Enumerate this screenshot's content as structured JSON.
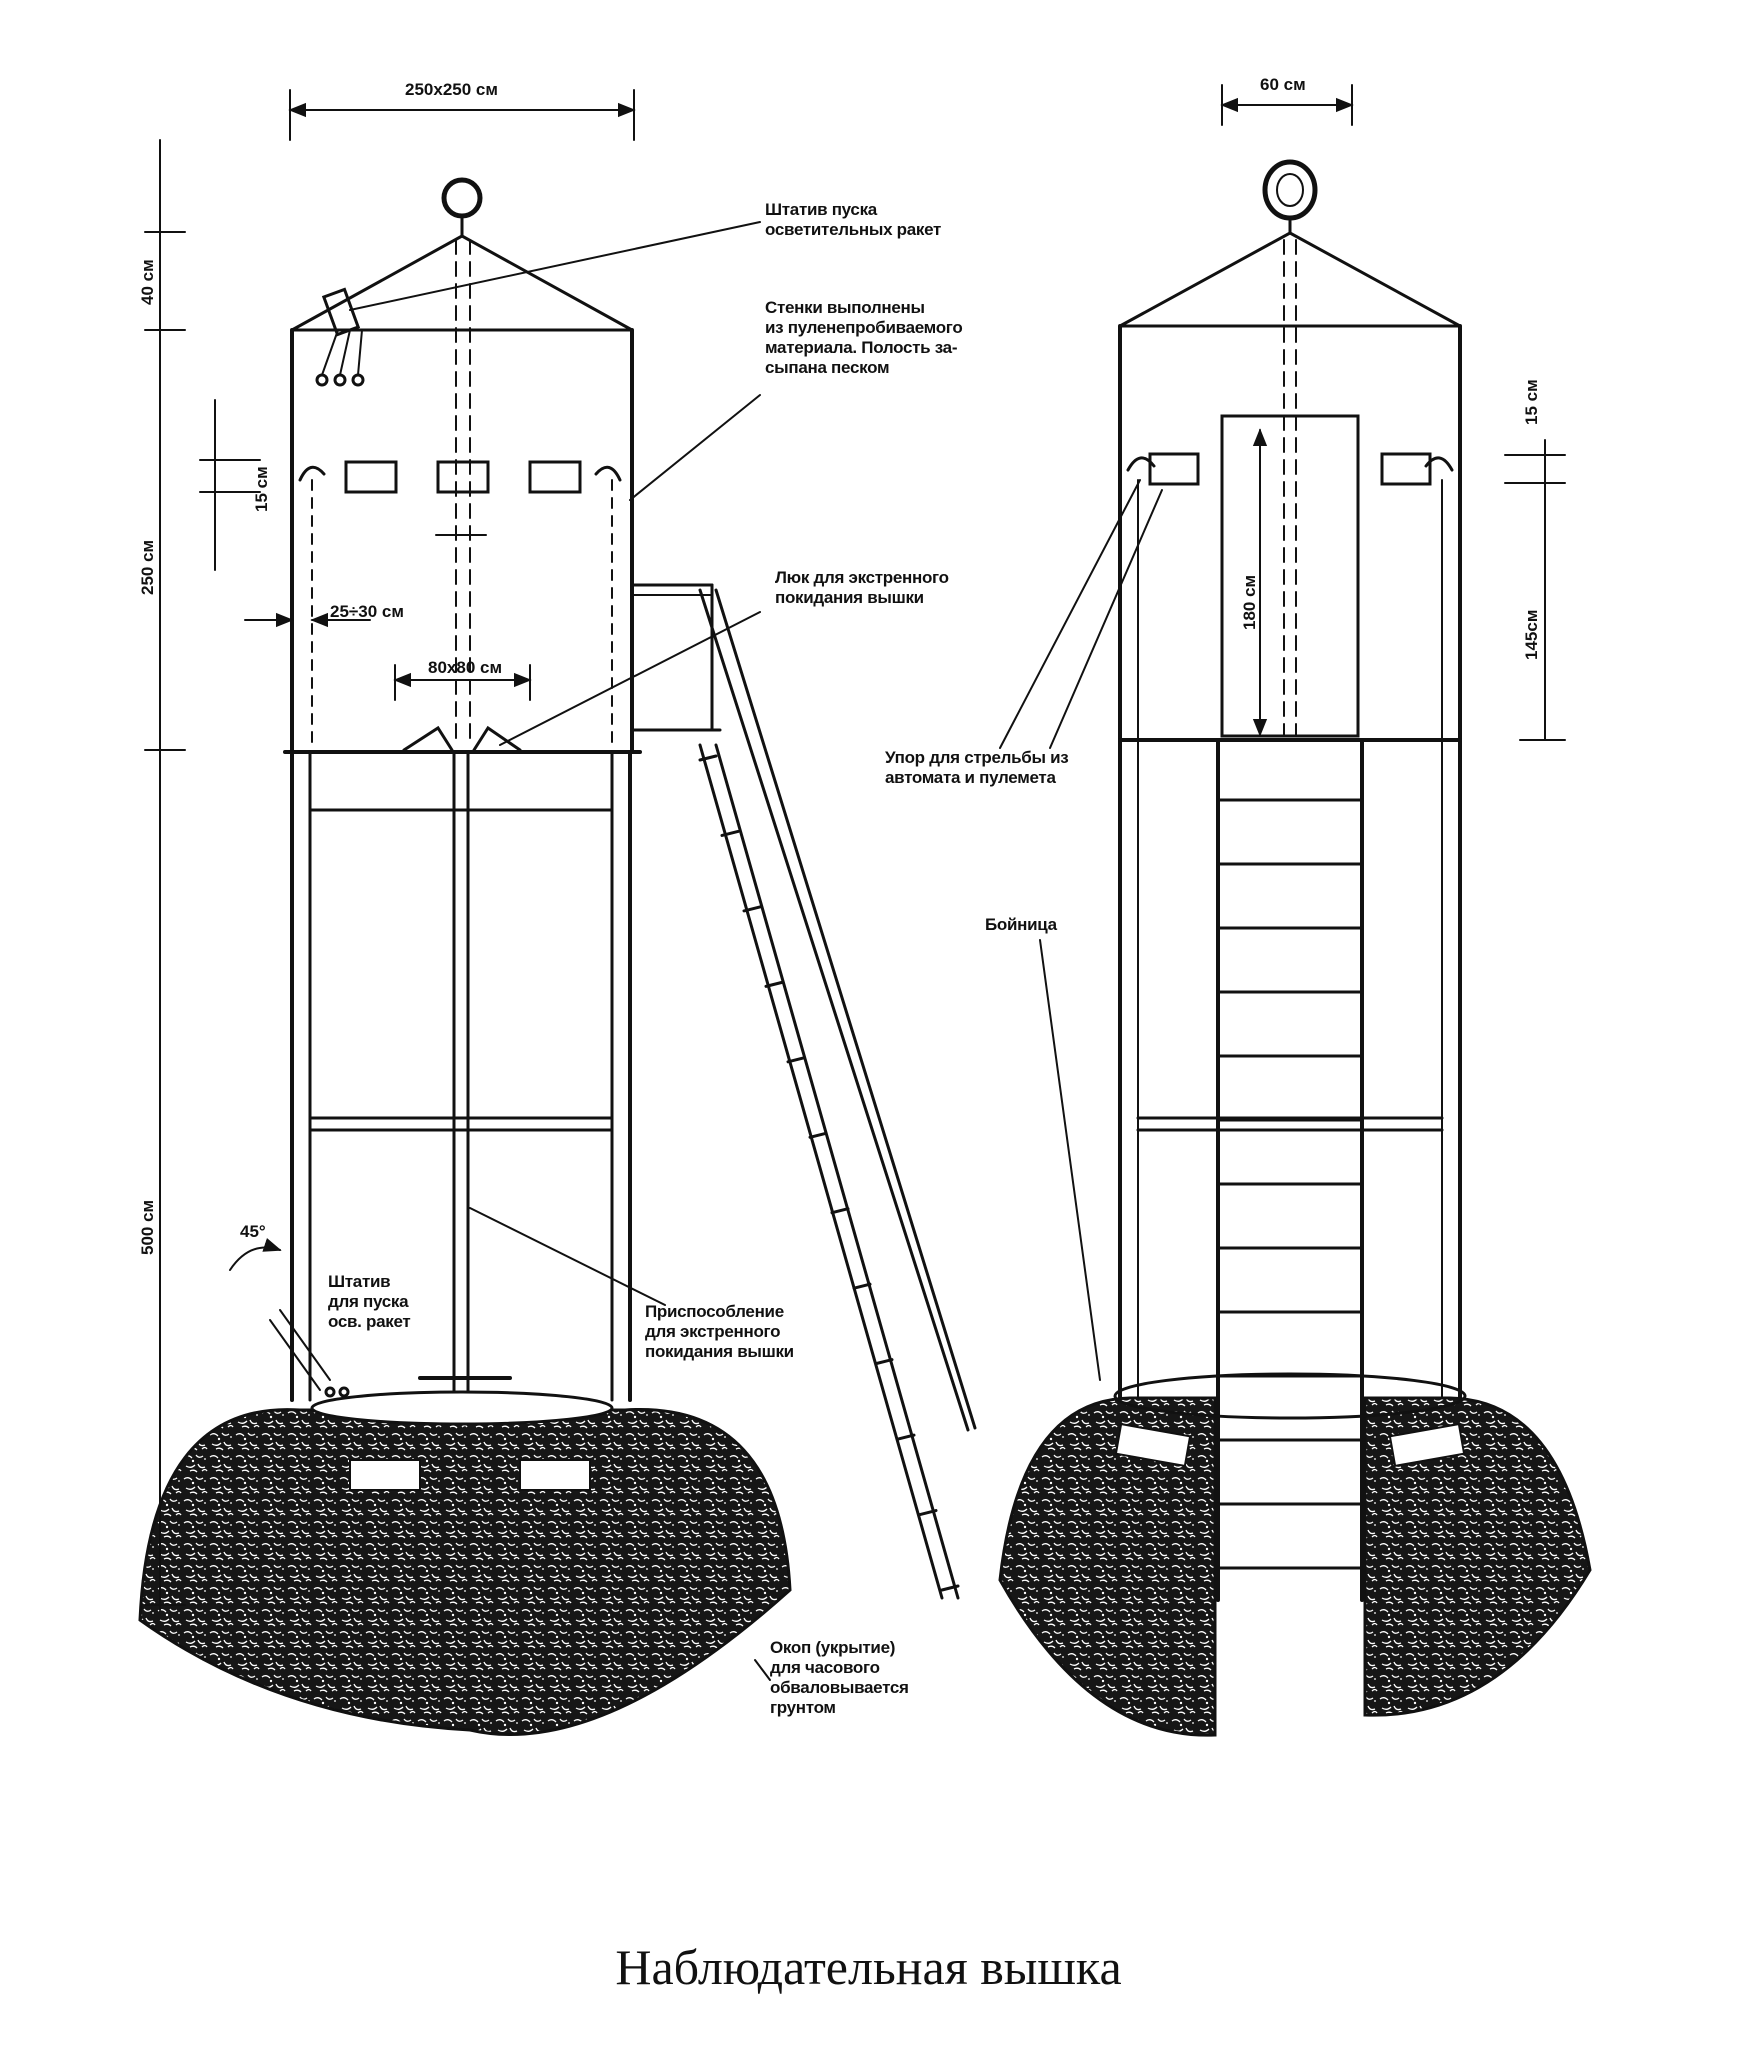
{
  "caption": "Наблюдательная вышка",
  "dimensions": {
    "width_left": "250x250 см",
    "width_right": "60 см",
    "h40": "40 см",
    "h250": "250 см",
    "h500": "500 см",
    "h15_left": "15 см",
    "h15_right": "15 см",
    "h180": "180 см",
    "h145": "145см",
    "wall": "25÷30 см",
    "hatch": "80x80 см",
    "angle": "45°"
  },
  "labels": {
    "flare_launcher_top": "Штатив пуска\nосветительных ракет",
    "walls": "Стенки выполнены\nиз пуленепробиваемого\nматериала. Полость за-\nсыпана песком",
    "hatch": "Люк для экстренного\nпокидания вышки",
    "flare_launcher_bottom": "Штатив\nдля пуска\nосв. ракет",
    "escape_device": "Приспособление\nдля экстренного\nпокидания вышки",
    "trench": "Окоп (укрытие)\nдля часового\nобваловывается\nгрунтом",
    "gun_rest": "Упор для стрельбы из\nавтомата и пулемета",
    "loophole": "Бойница"
  },
  "colors": {
    "ink": "#111111",
    "paper": "#ffffff"
  }
}
